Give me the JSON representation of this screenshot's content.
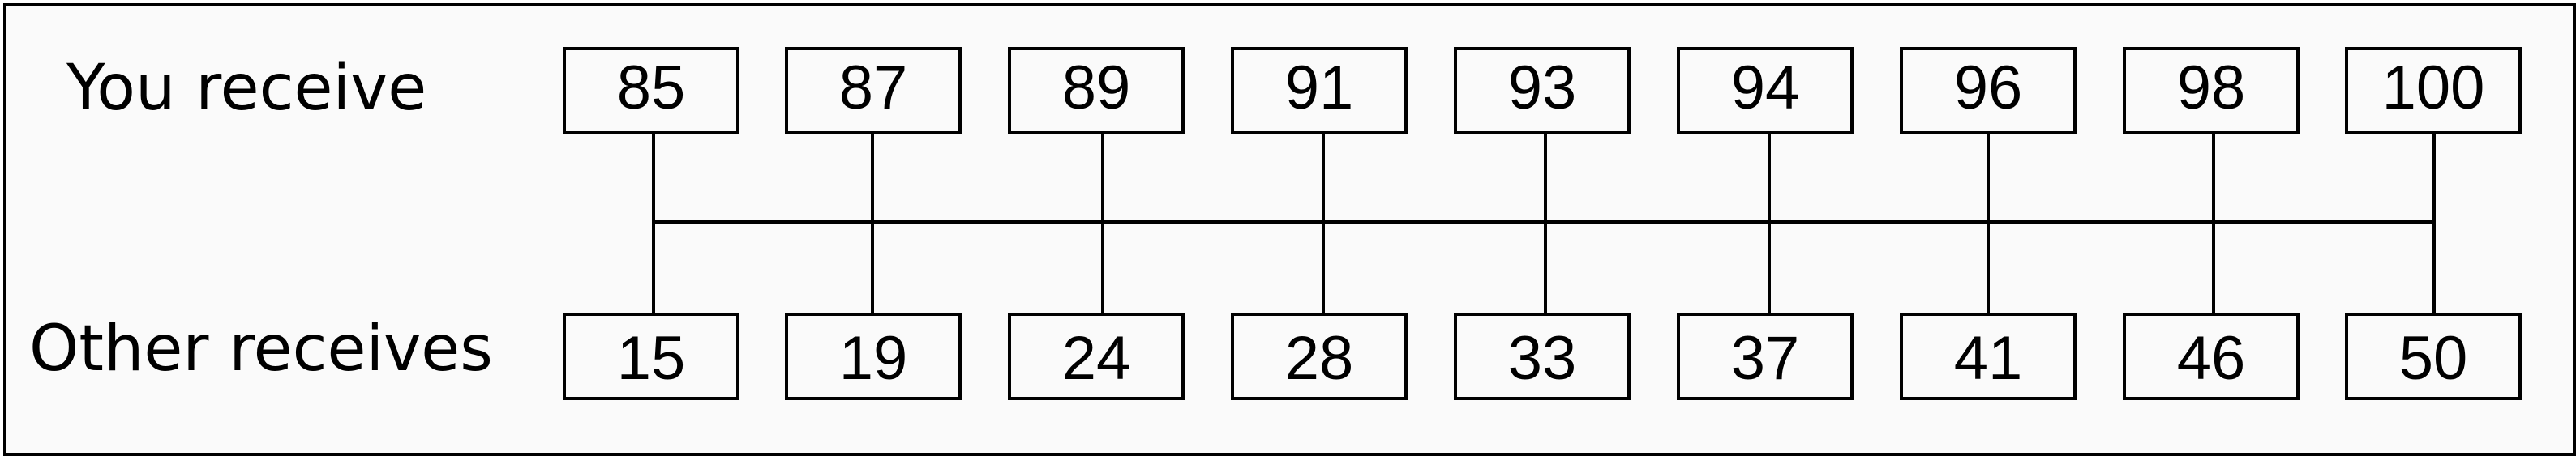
{
  "labels": {
    "top": "You receive",
    "bottom": "Other receives"
  },
  "options": [
    {
      "you": "85",
      "other": "15"
    },
    {
      "you": "87",
      "other": "19"
    },
    {
      "you": "89",
      "other": "24"
    },
    {
      "you": "91",
      "other": "28"
    },
    {
      "you": "93",
      "other": "33"
    },
    {
      "you": "94",
      "other": "37"
    },
    {
      "you": "96",
      "other": "41"
    },
    {
      "you": "98",
      "other": "46"
    },
    {
      "you": "100",
      "other": "50"
    }
  ],
  "colors": {
    "line": "#000000",
    "background": "#fafafa"
  }
}
